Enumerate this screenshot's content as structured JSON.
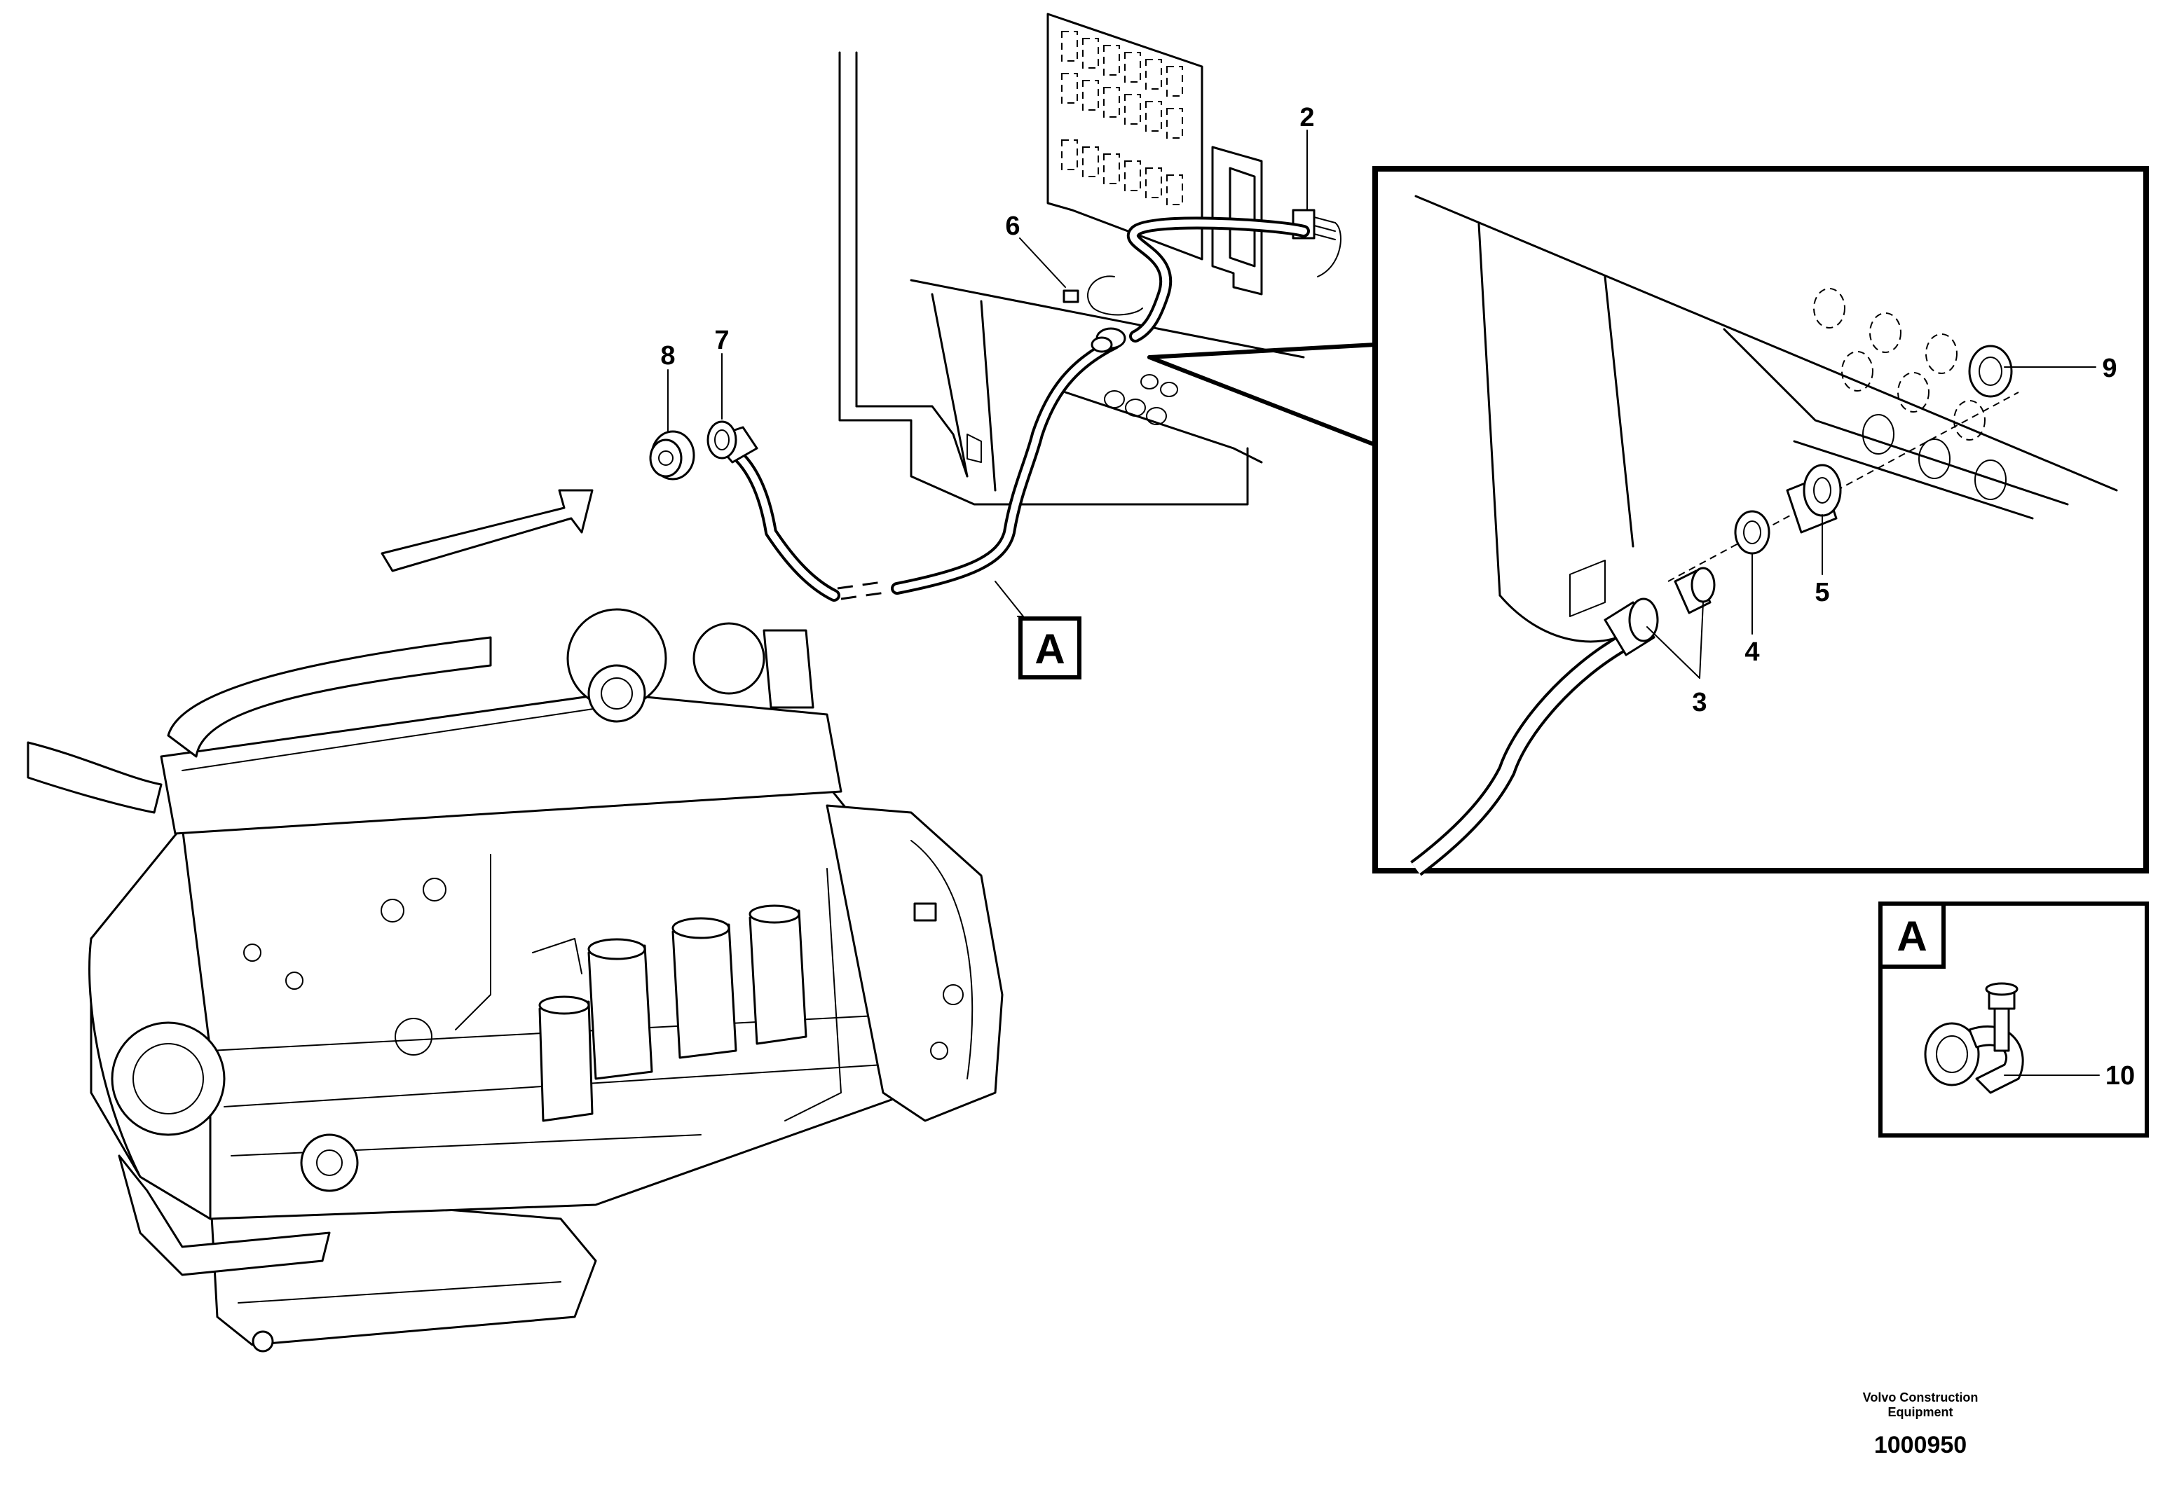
{
  "callouts": {
    "c2": "2",
    "c3": "3",
    "c4": "4",
    "c5": "5",
    "c6": "6",
    "c7": "7",
    "c8": "8",
    "c9": "9",
    "c10": "10"
  },
  "view_labels": {
    "main_view": "A",
    "detail_view": "A"
  },
  "footer": {
    "brand_line1": "Volvo Construction",
    "brand_line2": "Equipment",
    "drawing_number": "1000950"
  }
}
